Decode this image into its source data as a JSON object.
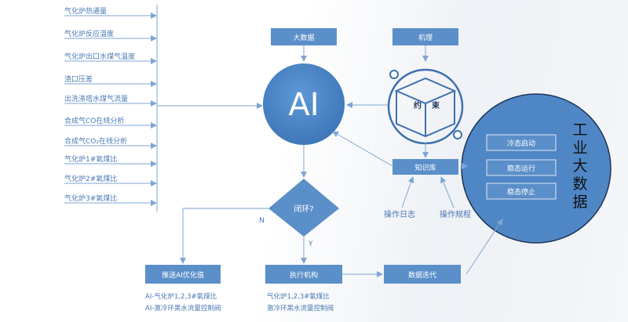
{
  "inputs": [
    "气化炉热通量",
    "气化炉反应温度",
    "气化炉出口水煤气温度",
    "渣口压差",
    "出洗涤塔水煤气流量",
    "合成气CO在线分析",
    "合成气CO₂在线分析",
    "气化炉1#氧煤比",
    "气化炉2#氧煤比",
    "气化炉3#氧煤比"
  ],
  "boxes": {
    "big_data": "大数据",
    "mechanism": "机理",
    "knowledge_base": "知识库",
    "push_ai": "推送AI优化值",
    "execute": "执行机构",
    "iterate": "数据迭代"
  },
  "ai_label": "AI",
  "cube": {
    "left": "约",
    "right": "束"
  },
  "decision": {
    "label": "闭环?",
    "no": "N",
    "yes": "Y"
  },
  "knowledge_sources": {
    "log": "操作日志",
    "rules": "操作规程"
  },
  "industrial": {
    "title_chars": [
      "工",
      "业",
      "大",
      "数",
      "据"
    ],
    "items": [
      "冷态启动",
      "稳态运行",
      "稳态停止"
    ]
  },
  "push_notes": [
    "AI-气化炉1,2,3#氧煤比",
    "AI-激冷环黑水流量控制阀"
  ],
  "exec_notes": [
    "气化炉1,2,3#氧煤比",
    "激冷环黑水流量控制阀"
  ],
  "colors": {
    "box": "#5b8fc9",
    "line": "#7ea6d4",
    "text": "#4a78b5",
    "bg_circle": "#4f86c6"
  }
}
